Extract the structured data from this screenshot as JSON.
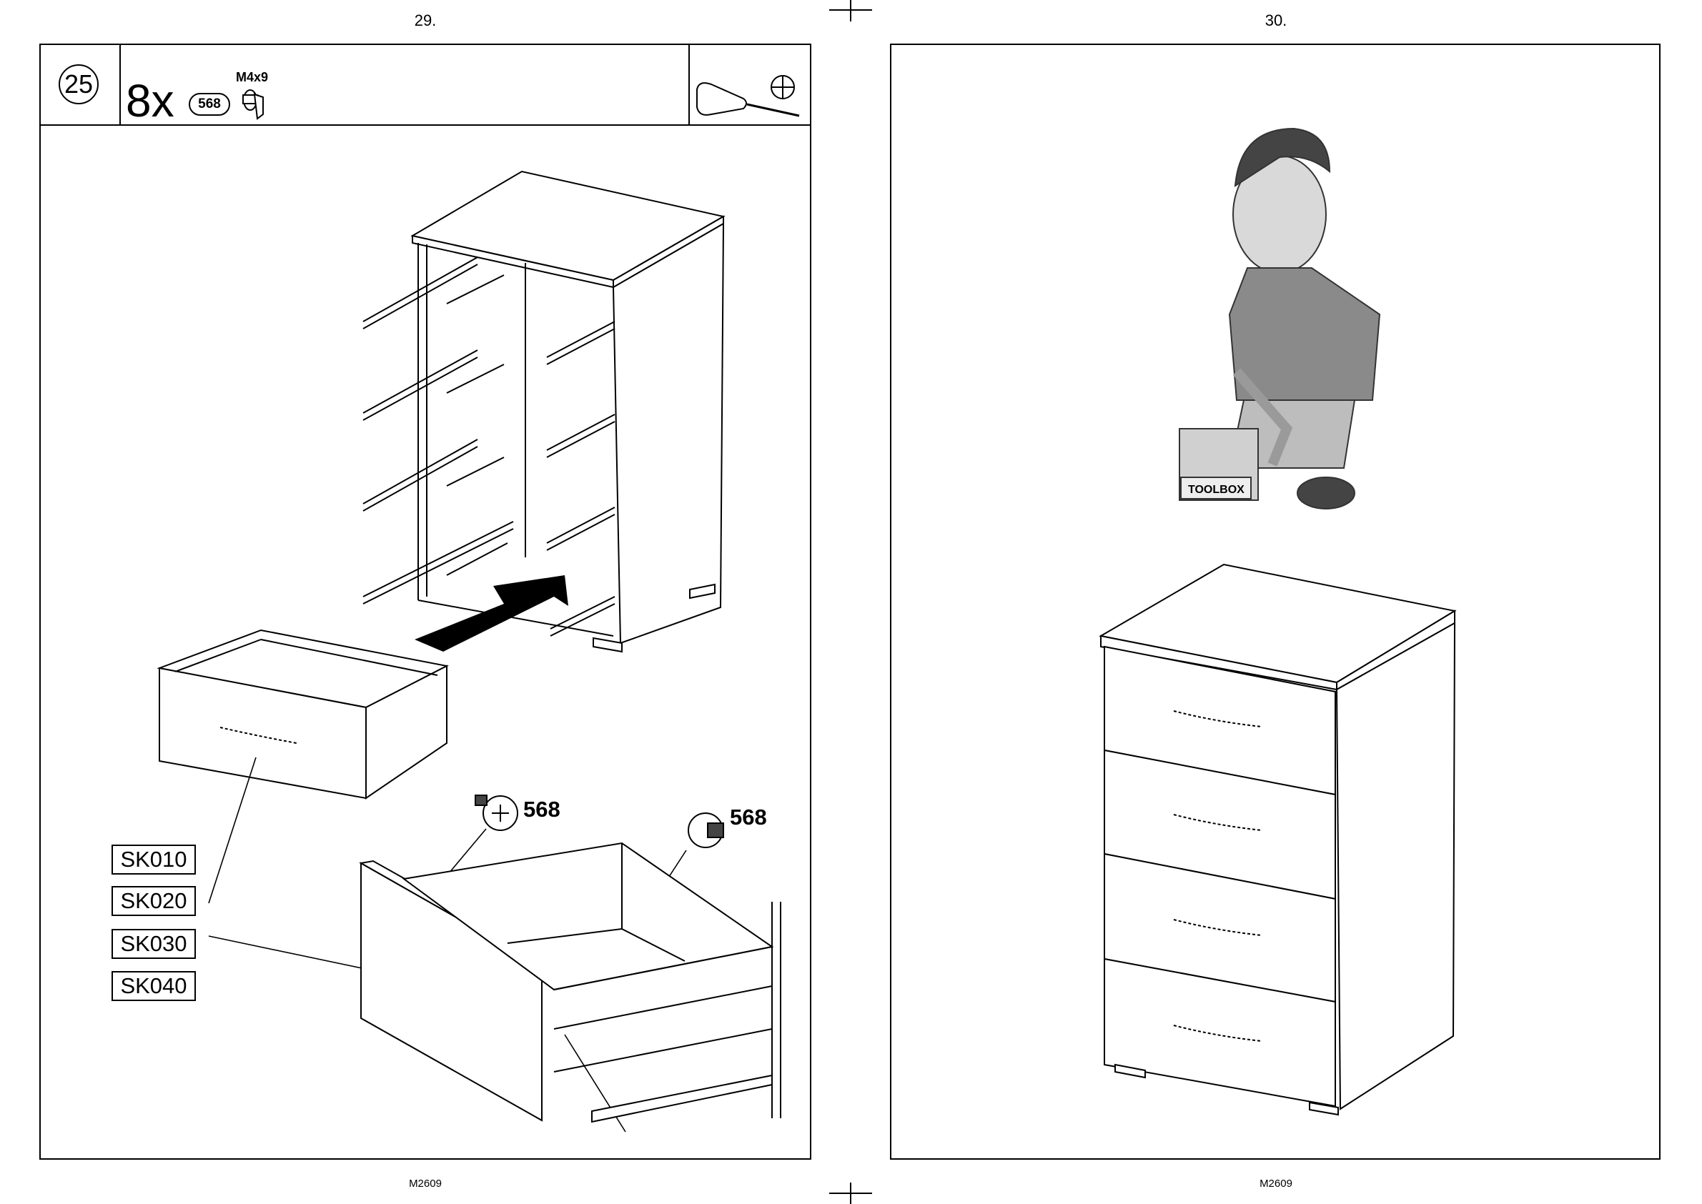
{
  "pages": {
    "left_number": "29.",
    "right_number": "30.",
    "left_footer": "M2609",
    "right_footer": "M2609"
  },
  "step": {
    "number": "25",
    "quantity": "8x",
    "part_number": "568",
    "screw_size": "M4x9",
    "tool": "phillips-screwdriver-icon"
  },
  "drawer_labels": [
    "SK010",
    "SK020",
    "SK030",
    "SK040"
  ],
  "callouts": {
    "screw_left": "568",
    "screw_right": "568"
  },
  "mascot": {
    "toolbox_text": "TOOLBOX"
  }
}
